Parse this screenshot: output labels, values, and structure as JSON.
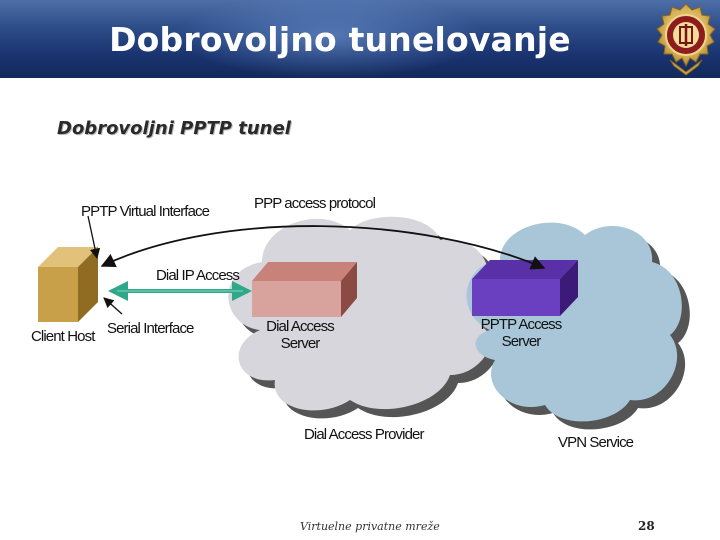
{
  "header": {
    "title": "Dobrovoljno tunelovanje",
    "emblem_icon": "university-seal-icon",
    "background_color": "#1a3470"
  },
  "subtitle": "Dobrovoljni PPTP tunel",
  "diagram": {
    "labels": {
      "pptp_virtual_interface": "PPTP Virtual Interface",
      "ppp_access_protocol": "PPP access protocol",
      "dial_ip_access": "Dial IP Access",
      "client_host": "Client Host",
      "serial_interface": "Serial Interface",
      "dial_access_server_line1": "Dial Access",
      "dial_access_server_line2": "Server",
      "pptp_access_server_line1": "PPTP Access",
      "pptp_access_server_line2": "Server",
      "dial_access_provider": "Dial Access Provider",
      "vpn_service": "VPN Service"
    },
    "colors": {
      "client_host_box": "#c8a04a",
      "dial_access_server_box": "#d39a92",
      "pptp_access_server_box": "#6a3fc0",
      "provider_cloud": "#d6d6dc",
      "vpn_cloud": "#a9c6d8",
      "dial_ip_arrow": "#2fa88a"
    }
  },
  "footer": {
    "text": "Virtuelne privatne mreže",
    "page_number": "28"
  }
}
